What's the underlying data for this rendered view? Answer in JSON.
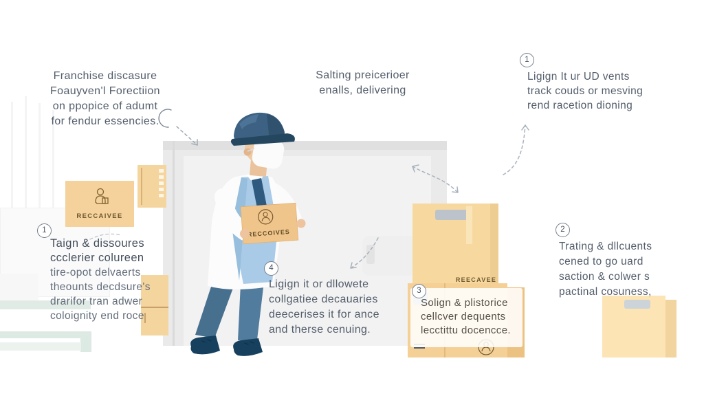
{
  "annotations": {
    "top_left": {
      "lines": [
        "Franchise discasure",
        "Foauyven'l Forectiion",
        "on ppopice of adumt",
        "for fendur essencies."
      ]
    },
    "top_center": {
      "lines": [
        "Salting preicerioer",
        "enalls, delivering"
      ]
    },
    "top_right": {
      "number": "1",
      "lines": [
        "Ligign It ur UD vents",
        "track couds or mesving",
        "rend racetion dioning"
      ]
    },
    "mid_left": {
      "number": "1",
      "lines": [
        "Taign & dissoures",
        "ccclerier colureen",
        "tire-opot delvaerts",
        "theounts decdsure's",
        "drarifor tran adwer",
        "coloignity end roce"
      ]
    },
    "center": {
      "number": "4",
      "lines": [
        "Ligign it or dllowete",
        "collgatiee decauaries",
        "deecerises it for ance",
        "and therse cenuing."
      ]
    },
    "box_card": {
      "number": "3",
      "lines": [
        "Solign & plistorice",
        "cellcver dequents",
        "lecctittu docencce."
      ]
    },
    "right": {
      "number": "2",
      "lines": [
        "Trating & dllcuents",
        "cened to go uard",
        "saction & colwer s",
        "pactinal cosuness,"
      ]
    }
  },
  "labels": {
    "left_box": "RECCAIVEE",
    "held_box": "RECCOIVES",
    "stacked_box": "REECAVEE"
  },
  "icons": {
    "receiver_stamp": "person-in-circle-stamp",
    "box_handle": "carton-handle-cutout"
  },
  "colors": {
    "carton_tan": "#f5d59e",
    "carton_deep": "#f0c58c",
    "cap_navy": "#3c6182",
    "brim_navy": "#24465f",
    "vest_blue": "#a9cbe8",
    "tie_blue": "#2e5a80",
    "pants_blue": "#4b7192",
    "shoe_navy": "#16405e",
    "text_gray": "#535d6b",
    "arrow_gray": "#a8b2bc",
    "stair_green": "#e1ebe5"
  }
}
